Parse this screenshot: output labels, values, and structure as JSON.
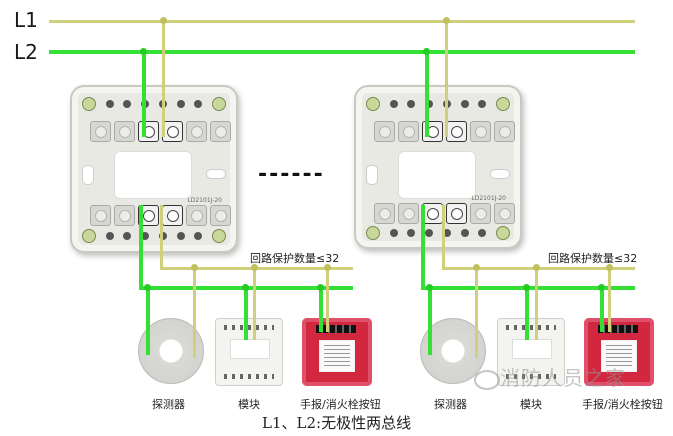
{
  "bus": {
    "l1_label": "L1",
    "l2_label": "L2",
    "l1_color": "#cfcf7c",
    "l2_color": "#33e033"
  },
  "bases": [
    {
      "model": "LD2101J-20"
    },
    {
      "model": "LD2101J-20"
    }
  ],
  "ellipsis": "------",
  "loops": [
    {
      "note": "回路保护数量≤32",
      "devices": [
        {
          "label": "探测器",
          "icon": "smoke-detector-icon"
        },
        {
          "label": "模块",
          "icon": "module-icon"
        },
        {
          "label": "手报/消火栓按钮",
          "icon": "manual-call-point-icon"
        }
      ]
    },
    {
      "note": "回路保护数量≤32",
      "devices": [
        {
          "label": "探测器",
          "icon": "smoke-detector-icon"
        },
        {
          "label": "模块",
          "icon": "module-icon"
        },
        {
          "label": "手报/消火栓按钮",
          "icon": "manual-call-point-icon"
        }
      ]
    }
  ],
  "footer": "L1、L2:无极性两总线",
  "watermark": "消防人员之家"
}
